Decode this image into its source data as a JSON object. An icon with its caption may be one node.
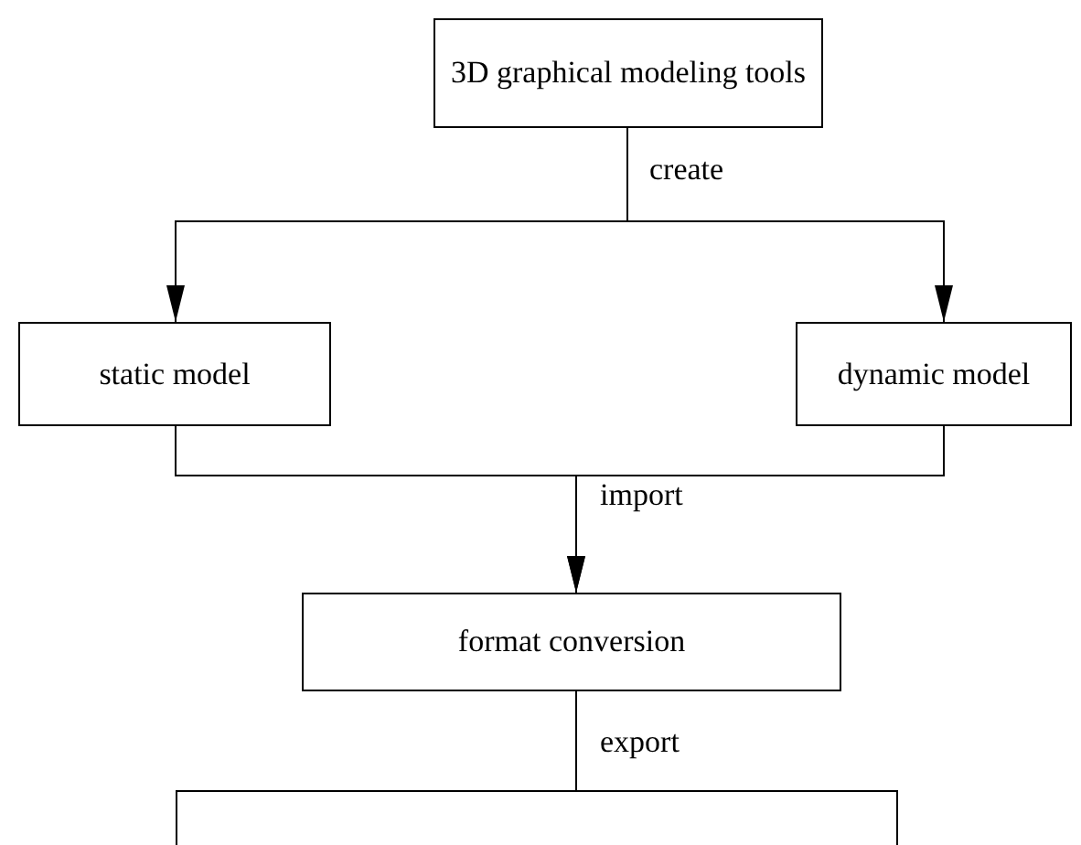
{
  "diagram": {
    "nodes": [
      {
        "text": [
          "3D graphical modeling tools"
        ]
      },
      {
        "text": [
          "static model"
        ]
      },
      {
        "text": [
          "dynamic model"
        ]
      },
      {
        "text": [
          "format conversion"
        ]
      },
      {
        "text": [],
        "shape": "box"
      }
    ],
    "edges": [
      {
        "from": 0,
        "to": 1,
        "arrow": "to",
        "label": "create"
      },
      {
        "from": 0,
        "to": 2,
        "arrow": "to"
      },
      {
        "from": 1,
        "to": 3,
        "arrow": "to",
        "label": "import"
      },
      {
        "from": 2,
        "to": 3,
        "arrow": "to"
      },
      {
        "from": 3,
        "to": 4,
        "arrow": "none",
        "label": "export"
      }
    ]
  }
}
